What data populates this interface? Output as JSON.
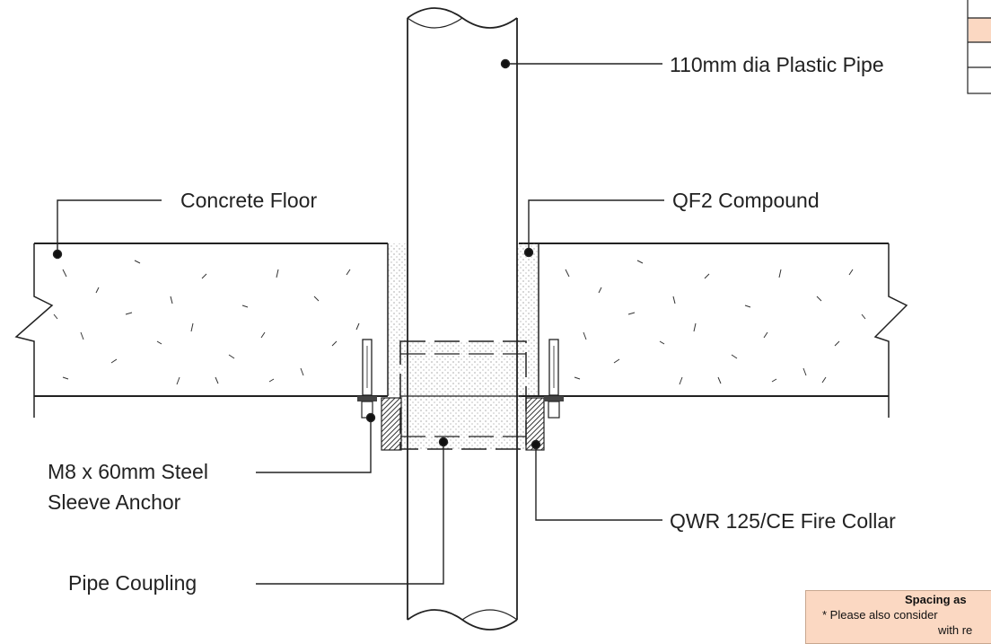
{
  "labels": {
    "pipe": "110mm dia Plastic Pipe",
    "floor": "Concrete Floor",
    "compound": "QF2 Compound",
    "anchor_line1": "M8 x 60mm Steel",
    "anchor_line2": "Sleeve Anchor",
    "collar": "QWR 125/CE Fire Collar",
    "coupling": "Pipe Coupling"
  },
  "note": {
    "title": "Spacing as",
    "line1": "* Please also consider",
    "line2": "with re"
  },
  "colors": {
    "line": "#222222",
    "note_bg": "#fbd8c2"
  }
}
